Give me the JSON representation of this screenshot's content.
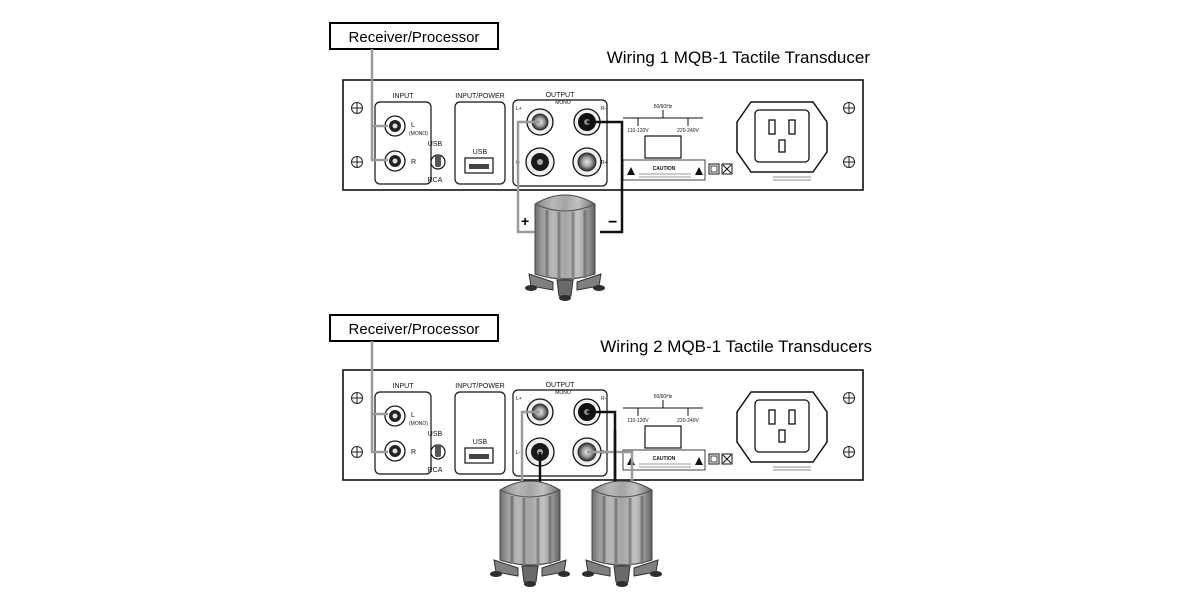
{
  "diagram_1": {
    "title": "Wiring 1 MQB-1 Tactile Transducer",
    "source_label": "Receiver/Processor",
    "panel": {
      "input_label": "INPUT",
      "input_power_label": "INPUT/POWER",
      "output_label": "OUTPUT",
      "mono_label": "MONO",
      "l_label": "L",
      "l_sub_label": "(MONO)",
      "r_label": "R",
      "usb_arrow_label": "USB",
      "rca_label": "RCA",
      "usb_port_label": "USB",
      "l_plus_label": "L+",
      "l_minus_label": "L-",
      "r_plus_label": "R+",
      "r_minus_label": "R-",
      "freq_label": "50/60Hz",
      "v1_label": "110-120V",
      "v2_label": "220-240V",
      "caution_label": "CAUTION"
    },
    "plus_label": "+",
    "minus_label": "−"
  },
  "diagram_2": {
    "title": "Wiring 2 MQB-1 Tactile Transducers",
    "source_label": "Receiver/Processor",
    "panel": {
      "input_label": "INPUT",
      "input_power_label": "INPUT/POWER",
      "output_label": "OUTPUT",
      "mono_label": "MONO",
      "l_label": "L",
      "l_sub_label": "(MONO)",
      "r_label": "R",
      "usb_arrow_label": "USB",
      "rca_label": "RCA",
      "usb_port_label": "USB",
      "l_plus_label": "L+",
      "l_minus_label": "L-",
      "r_plus_label": "R+",
      "r_minus_label": "R-",
      "freq_label": "50/60Hz",
      "v1_label": "110-120V",
      "v2_label": "220-240V",
      "caution_label": "CAUTION"
    },
    "t1_plus_label": "+",
    "t1_minus_label": "−",
    "t2_plus_label": "+",
    "t2_minus_label": "−"
  }
}
